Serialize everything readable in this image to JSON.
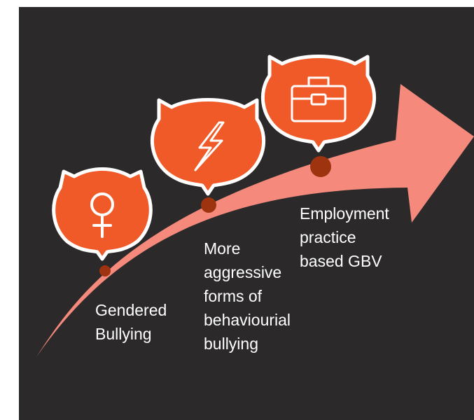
{
  "colors": {
    "background": "#2b292a",
    "arrow": "#f58a7c",
    "badge": "#f05a28",
    "badge_outline": "#ffffff",
    "marker": "#9e3310",
    "text": "#ffffff"
  },
  "stages": [
    {
      "icon": "female-symbol-icon",
      "lines": [
        "Gendered",
        "Bullying"
      ]
    },
    {
      "icon": "lightning-bolt-icon",
      "lines": [
        "More",
        "aggressive",
        "forms of",
        "behaviourial",
        "bullying"
      ]
    },
    {
      "icon": "briefcase-icon",
      "lines": [
        "Employment",
        "practice",
        "based GBV"
      ]
    }
  ]
}
